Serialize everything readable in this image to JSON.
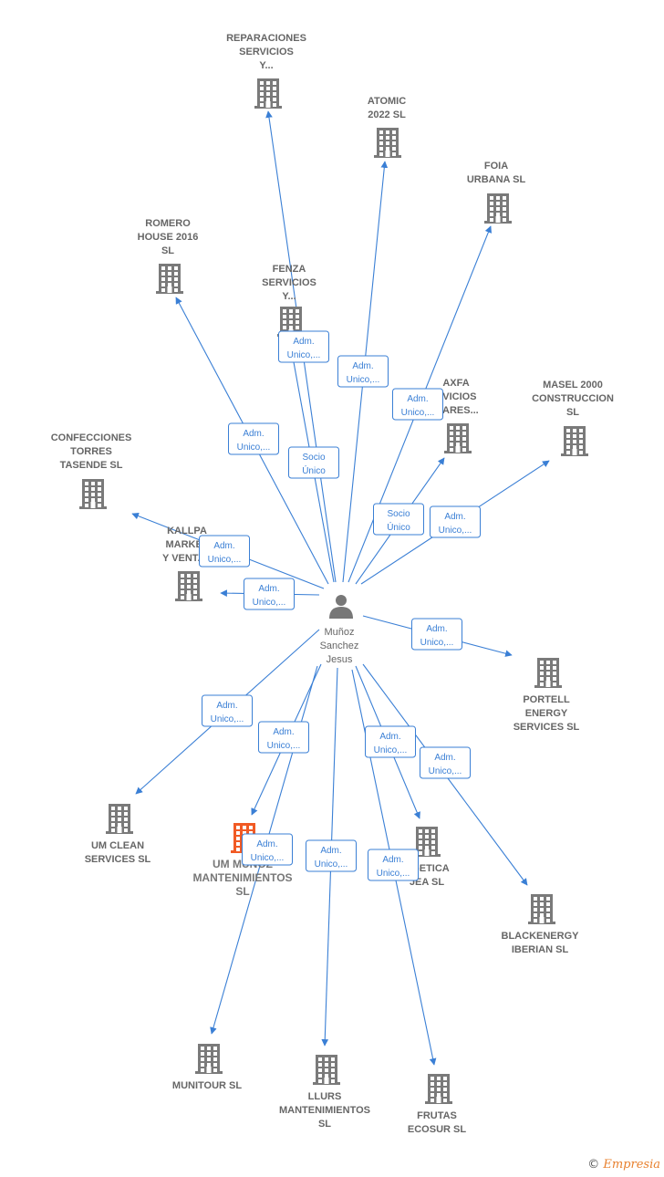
{
  "colors": {
    "edge": "#3a7fd5",
    "building": "#7a7a7a",
    "highlight": "#f15a24",
    "text": "#666666"
  },
  "center": {
    "icon": "person-icon",
    "lines": [
      "Muñoz",
      "Sanchez",
      "Jesus"
    ]
  },
  "nodes": [
    {
      "id": "reparaciones",
      "lines": [
        "REPARACIONES",
        "SERVICIOS",
        "Y..."
      ]
    },
    {
      "id": "atomic",
      "lines": [
        "ATOMIC",
        "2022  SL"
      ]
    },
    {
      "id": "foia",
      "lines": [
        "FOIA",
        "URBANA  SL"
      ]
    },
    {
      "id": "romero",
      "lines": [
        "ROMERO",
        "HOUSE 2016",
        "SL"
      ]
    },
    {
      "id": "fenza",
      "lines": [
        "FENZA",
        "SERVICIOS",
        "Y..."
      ]
    },
    {
      "id": "axfa",
      "lines": [
        "AXFA",
        "RVICIOS",
        "LIARES..."
      ]
    },
    {
      "id": "masel",
      "lines": [
        "MASEL 2000",
        "CONSTRUCCION",
        "SL"
      ]
    },
    {
      "id": "confecciones",
      "lines": [
        "CONFECCIONES",
        "TORRES",
        "TASENDE  SL"
      ]
    },
    {
      "id": "kallpa",
      "lines": [
        "KALLPA",
        "MARKET",
        "Y VENTAS"
      ]
    },
    {
      "id": "portell",
      "lines": [
        "PORTELL",
        "ENERGY",
        "SERVICES  SL"
      ]
    },
    {
      "id": "umclean",
      "lines": [
        "UM CLEAN",
        "SERVICES  SL"
      ]
    },
    {
      "id": "ummunoz",
      "lines": [
        "UM MUÑOZ",
        "MANTENIMIENTOS",
        "SL"
      ],
      "highlight": true
    },
    {
      "id": "energetica",
      "lines": [
        "RGETICA",
        "JEA  SL"
      ]
    },
    {
      "id": "blackenergy",
      "lines": [
        "BLACKENERGY",
        "IBERIAN  SL"
      ]
    },
    {
      "id": "munitour",
      "lines": [
        "MUNITOUR  SL"
      ]
    },
    {
      "id": "llurs",
      "lines": [
        "LLURS",
        "MANTENIMIENTOS",
        "SL"
      ]
    },
    {
      "id": "frutas",
      "lines": [
        "FRUTAS",
        "ECOSUR  SL"
      ]
    }
  ],
  "edges": [
    {
      "to": "reparaciones",
      "label": [
        "Adm.",
        "Unico,..."
      ]
    },
    {
      "to": "fenza",
      "label": [
        "Socio",
        "Único"
      ]
    },
    {
      "to": "atomic",
      "label": [
        "Adm.",
        "Unico,..."
      ]
    },
    {
      "to": "foia",
      "label": [
        "Adm.",
        "Unico,..."
      ]
    },
    {
      "to": "romero",
      "label": [
        "Adm.",
        "Unico,..."
      ]
    },
    {
      "to": "axfa",
      "label": [
        "Socio",
        "Único"
      ]
    },
    {
      "to": "masel",
      "label": [
        "Adm.",
        "Unico,..."
      ]
    },
    {
      "to": "confecciones",
      "label": [
        "Adm.",
        "Unico,..."
      ]
    },
    {
      "to": "kallpa",
      "label": [
        "Adm.",
        "Unico,..."
      ]
    },
    {
      "to": "portell",
      "label": [
        "Adm.",
        "Unico,..."
      ]
    },
    {
      "to": "umclean",
      "label": [
        "Adm.",
        "Unico,..."
      ]
    },
    {
      "to": "ummunoz",
      "label": [
        "Adm.",
        "Unico,..."
      ]
    },
    {
      "to": "munitour",
      "label": [
        "Adm.",
        "Unico,..."
      ]
    },
    {
      "to": "llurs",
      "label": [
        "Adm.",
        "Unico,..."
      ]
    },
    {
      "to": "energetica",
      "label": [
        "Adm.",
        "Unico,..."
      ]
    },
    {
      "to": "frutas",
      "label": [
        "Adm.",
        "Unico,..."
      ]
    },
    {
      "to": "blackenergy",
      "label": [
        "Adm.",
        "Unico,..."
      ]
    }
  ],
  "footer": {
    "copyright": "©",
    "brand": "Empresia"
  }
}
